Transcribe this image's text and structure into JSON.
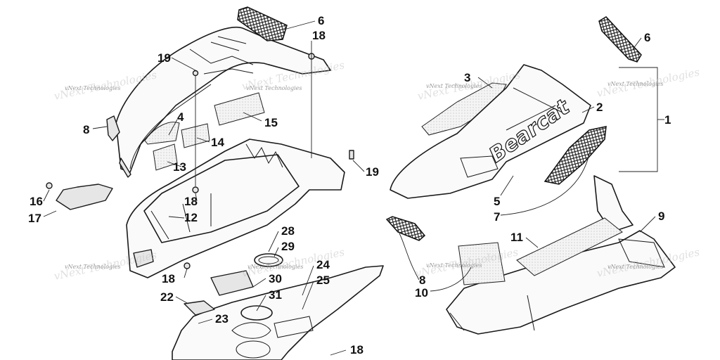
{
  "diagram": {
    "watermark": "vNext Technologies",
    "brand_text": "Bearcat",
    "callouts": [
      {
        "id": "c6a",
        "label": "6"
      },
      {
        "id": "c18a",
        "label": "18"
      },
      {
        "id": "c19a",
        "label": "19"
      },
      {
        "id": "c4",
        "label": "4"
      },
      {
        "id": "c15",
        "label": "15"
      },
      {
        "id": "c8a",
        "label": "8"
      },
      {
        "id": "c14",
        "label": "14"
      },
      {
        "id": "c13",
        "label": "13"
      },
      {
        "id": "c19b",
        "label": "19"
      },
      {
        "id": "c18b",
        "label": "18"
      },
      {
        "id": "c16",
        "label": "16"
      },
      {
        "id": "c17",
        "label": "17"
      },
      {
        "id": "c12",
        "label": "12"
      },
      {
        "id": "c28",
        "label": "28"
      },
      {
        "id": "c29",
        "label": "29"
      },
      {
        "id": "c18c",
        "label": "18"
      },
      {
        "id": "c24",
        "label": "24"
      },
      {
        "id": "c30",
        "label": "30"
      },
      {
        "id": "c25",
        "label": "25"
      },
      {
        "id": "c22",
        "label": "22"
      },
      {
        "id": "c31",
        "label": "31"
      },
      {
        "id": "c23",
        "label": "23"
      },
      {
        "id": "c18d",
        "label": "18"
      },
      {
        "id": "c6b",
        "label": "6"
      },
      {
        "id": "c3",
        "label": "3"
      },
      {
        "id": "c2",
        "label": "2"
      },
      {
        "id": "c1",
        "label": "1"
      },
      {
        "id": "c5",
        "label": "5"
      },
      {
        "id": "c7",
        "label": "7"
      },
      {
        "id": "c9",
        "label": "9"
      },
      {
        "id": "c11",
        "label": "11"
      },
      {
        "id": "c8b",
        "label": "8"
      },
      {
        "id": "c10",
        "label": "10"
      }
    ]
  }
}
